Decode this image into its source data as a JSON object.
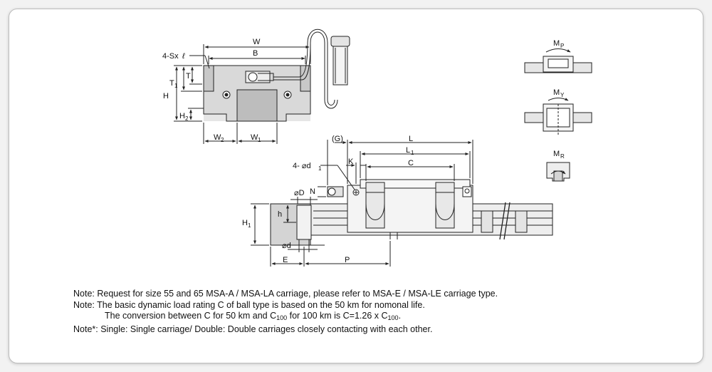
{
  "labels": {
    "w": "W",
    "b": "B",
    "screw": "4-Sx",
    "screw_l": "ℓ",
    "t1": "T",
    "t1_sub": "1",
    "t": "T",
    "h": "H",
    "h2": "H",
    "h2_sub": "2",
    "w2": "W",
    "w2_sub": "2",
    "w1": "W",
    "w1_sub": "1",
    "g": "(G)",
    "l": "L",
    "l1": "L",
    "l1_sub": "1",
    "c": "C",
    "d1": "4- ⌀d",
    "d1_sub": "1",
    "k": "K",
    "n": "N",
    "dd": "⌀D",
    "h1": "H",
    "h1_sub": "1",
    "hh": "h",
    "ds": "⌀d",
    "e": "E",
    "p": "P",
    "mp": "M",
    "mp_sub": "P",
    "my": "M",
    "my_sub": "Y",
    "mr": "M",
    "mr_sub": "R"
  },
  "notes": {
    "n1": "Note: Request for size 55 and 65 MSA-A / MSA-LA carriage, please refer to MSA-E / MSA-LE carriage type.",
    "n2": "Note: The basic dynamic load rating C of ball type is based on the 50 km for nomonal life.",
    "n3a": "The conversion between C for 50 km and C",
    "n3sub1": "100",
    "n3b": " for 100 km is C=1.26 x C",
    "n3sub2": "100",
    "n3c": ".",
    "n4": "Note*: Single: Single carriage/ Double: Double carriages closely contacting with each other."
  },
  "colors": {
    "line": "#222222",
    "gray_fill": "#d4d4d4",
    "light_fill": "#ececec",
    "card_border": "#bdbdbd"
  }
}
